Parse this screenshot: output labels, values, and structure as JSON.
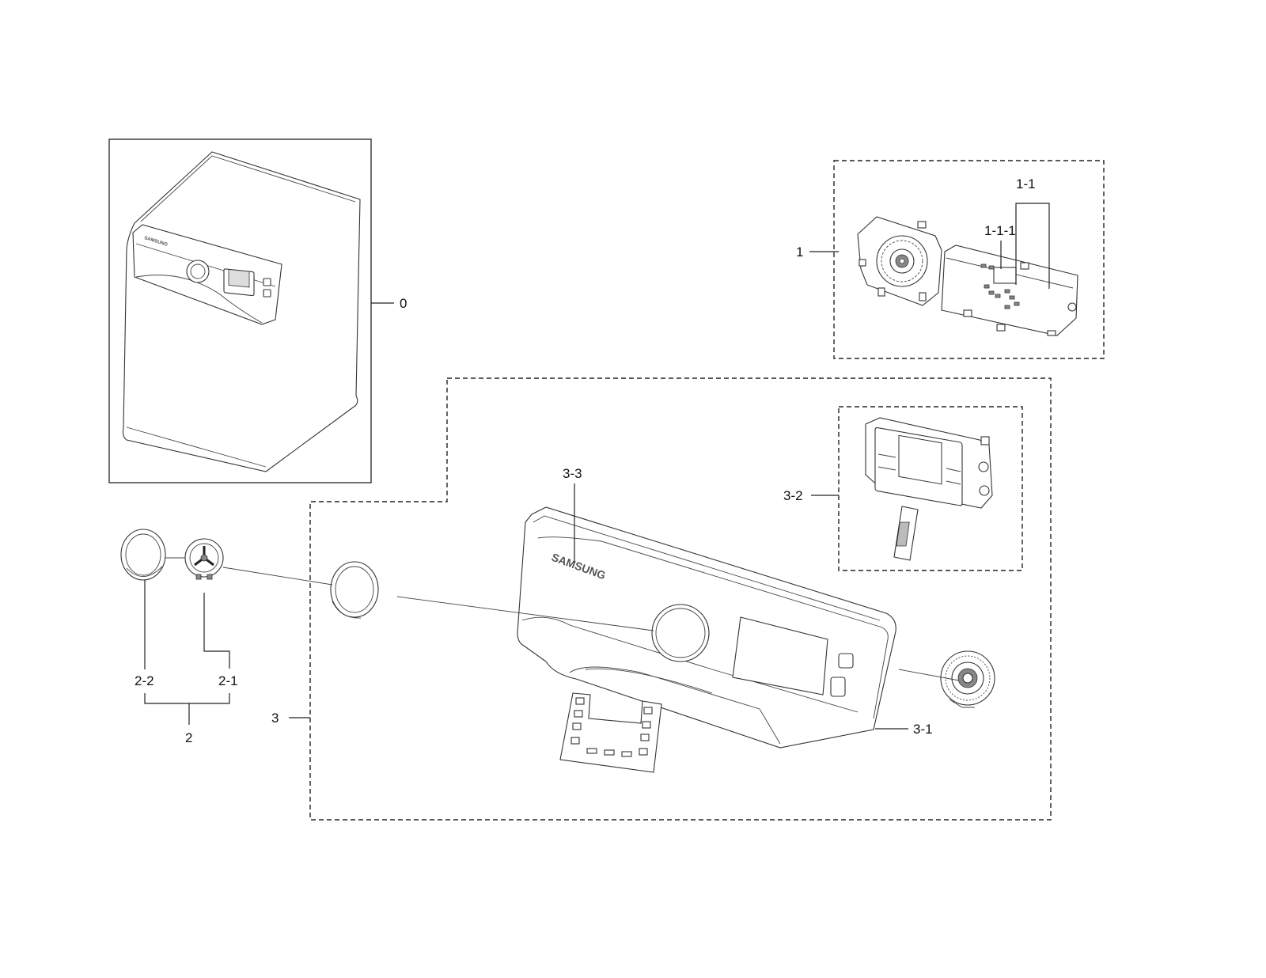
{
  "labels": {
    "l0": "0",
    "l1": "1",
    "l1_1": "1-1",
    "l1_1_1": "1-1-1",
    "l2": "2",
    "l2_1": "2-1",
    "l2_2": "2-2",
    "l3": "3",
    "l3_1": "3-1",
    "l3_2": "3-2",
    "l3_3": "3-3"
  },
  "brand": {
    "panel": "SAMSUNG",
    "machine": "SAMSUNG"
  }
}
